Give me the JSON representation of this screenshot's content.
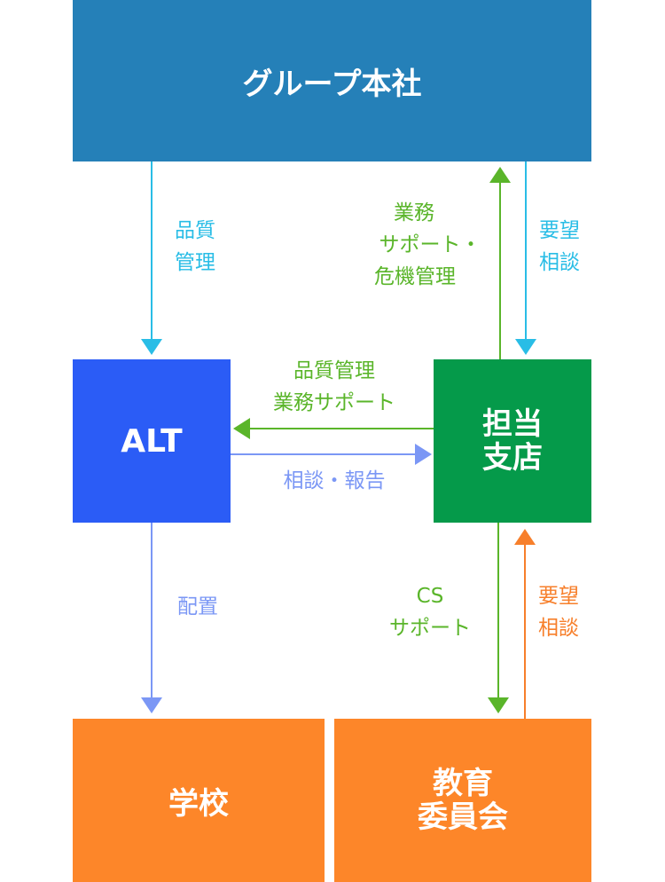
{
  "nodes": {
    "hq": "グループ本社",
    "alt": "ALT",
    "branch_l1": "担当",
    "branch_l2": "支店",
    "school": "学校",
    "board_l1": "教育",
    "board_l2": "委員会"
  },
  "edges": {
    "hq_to_alt": [
      "品質",
      "管理"
    ],
    "branch_to_hq": [
      "業務",
      "サポート・",
      "危機管理"
    ],
    "hq_to_branch": [
      "要望",
      "相談"
    ],
    "branch_to_alt": [
      "品質管理",
      "業務サポート"
    ],
    "alt_to_branch": [
      "相談・報告"
    ],
    "alt_to_school": [
      "配置"
    ],
    "branch_to_board": [
      "CS",
      "サポート"
    ],
    "board_to_branch": [
      "要望",
      "相談"
    ]
  },
  "colors": {
    "hq": "#2580b8",
    "alt": "#2b5cf6",
    "branch": "#059a4a",
    "school": "#fd8629",
    "cyan": "#29bde6",
    "green": "#5ab52a",
    "blue": "#7b97f5",
    "orange": "#f77f2b"
  }
}
